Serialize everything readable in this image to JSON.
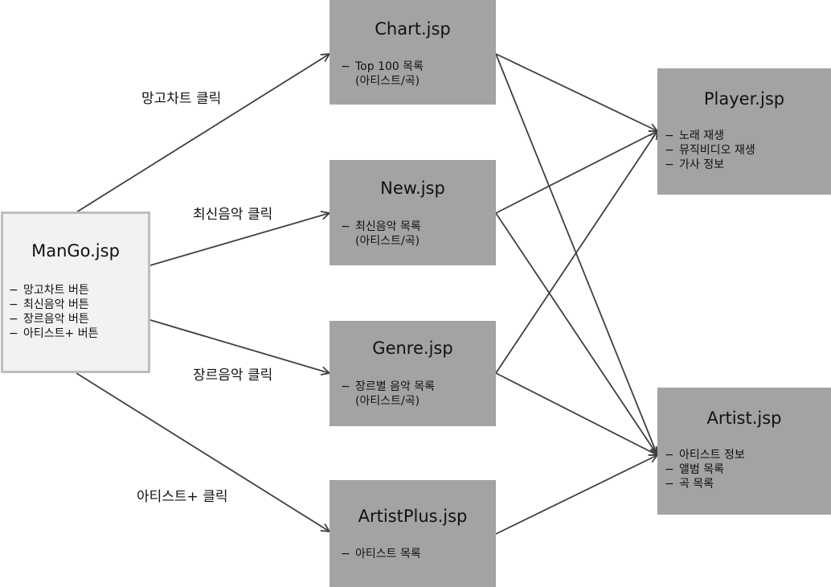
{
  "nodes": {
    "mango": {
      "title": "ManGo.jsp",
      "items": [
        "망고차트 버튼",
        "최신음악 버튼",
        "장르음악 버튼",
        "아티스트+ 버튼"
      ]
    },
    "chart": {
      "title": "Chart.jsp",
      "items": [
        "Top 100 목록"
      ],
      "sub": "(아티스트/곡)"
    },
    "new": {
      "title": "New.jsp",
      "items": [
        "최신음악 목록"
      ],
      "sub": "(아티스트/곡)"
    },
    "genre": {
      "title": "Genre.jsp",
      "items": [
        "장르별 음악 목록"
      ],
      "sub": "(아티스트/곡)"
    },
    "artistplus": {
      "title": "ArtistPlus.jsp",
      "items": [
        "아티스트 목록"
      ]
    },
    "player": {
      "title": "Player.jsp",
      "items": [
        "노래 재생",
        "뮤직비디오 재생",
        "가사 정보"
      ]
    },
    "artist": {
      "title": "Artist.jsp",
      "items": [
        "아티스트 정보",
        "앨범 목록",
        "곡 목록"
      ]
    }
  },
  "edge_labels": {
    "chart_click": "망고차트 클릭",
    "new_click": "최신음악 클릭",
    "genre_click": "장르음악 클릭",
    "artistplus_click": "아티스트+ 클릭"
  },
  "edges": [
    {
      "from": "mango",
      "to": "chart"
    },
    {
      "from": "mango",
      "to": "new"
    },
    {
      "from": "mango",
      "to": "genre"
    },
    {
      "from": "mango",
      "to": "artistplus"
    },
    {
      "from": "chart",
      "to": "player"
    },
    {
      "from": "chart",
      "to": "artist"
    },
    {
      "from": "new",
      "to": "player"
    },
    {
      "from": "new",
      "to": "artist"
    },
    {
      "from": "genre",
      "to": "player"
    },
    {
      "from": "genre",
      "to": "artist"
    },
    {
      "from": "artistplus",
      "to": "artist"
    }
  ],
  "colors": {
    "node_fill": "#a3a3a3",
    "main_fill": "#f2f2f2",
    "main_border": "#bdbdbd",
    "edge": "#404040",
    "text": "#111111"
  }
}
